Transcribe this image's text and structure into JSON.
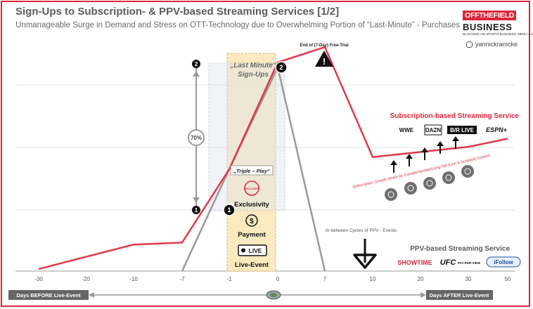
{
  "header": {
    "title": "Sign-Ups to Subscription- & PPV-based Streaming Services [1/2]",
    "subtitle": "Unmanageable Surge in Demand and Stress on OTT-Technology due to Overwhelming Portion of “Last-Minute” - Purchases"
  },
  "logo": {
    "line1": "OFFTHEFIELD",
    "line2": "BUSINESS",
    "tagline": "BLOGGING ON SPORTS BUSINESS, MEDIA & MORE"
  },
  "handle": "yannickramcke",
  "colors": {
    "subscription": "#e03a4a",
    "ppv": "#9a9a9a",
    "highlight": "#fbe7b8",
    "frame": "#d9283b"
  },
  "chart_data": {
    "type": "line",
    "x": [
      "-30",
      "-20",
      "-10",
      "-7",
      "-1",
      "0",
      "7",
      "10",
      "20",
      "30",
      "50"
    ],
    "series": [
      {
        "name": "Subscription-based Streaming Service",
        "values": [
          0.02,
          0.14,
          0.26,
          0.28,
          1.0,
          2.05,
          2.2,
          1.12,
          1.17,
          1.22,
          1.3
        ]
      },
      {
        "name": "PPV-based Streaming Service",
        "values": [
          0,
          0,
          0,
          0,
          1.0,
          2.0,
          0,
          0,
          0,
          0,
          0
        ]
      }
    ],
    "annotations": {
      "last_minute": "„Last Minute“ Sign-Ups",
      "free_trial": "End of (7-Day) Free-Trial",
      "pct": "70%",
      "triple_play": "„Triple – Play“",
      "exclusivity": "Exclusivity",
      "payment": "Payment",
      "live_event": "Live-Event",
      "live_badge": "LIVE",
      "exclusive_stamp": "EXCLUSIVE",
      "inbetween": "In-between Cycles of PPV - Events",
      "growth": "Subscription Growth driven by Complementary/Long-Tail (Live & Scripted) Content",
      "subscription_label": "Subscription-based Streaming Service",
      "ppv_label": "PPV-based Streaming Service",
      "marker1": "1",
      "marker2": "2"
    },
    "services_subscription": [
      "WWE",
      "DAZN",
      "B/R LIVE",
      "ESPN+"
    ],
    "services_ppv": [
      "SHOWTIME",
      "UFC",
      "PAY-PER-VIEW",
      "iFollow"
    ],
    "axis_bottom_left": "Days BEFORE Live-Event",
    "axis_bottom_right": "Days AFTER Live-Event",
    "grid": true
  }
}
